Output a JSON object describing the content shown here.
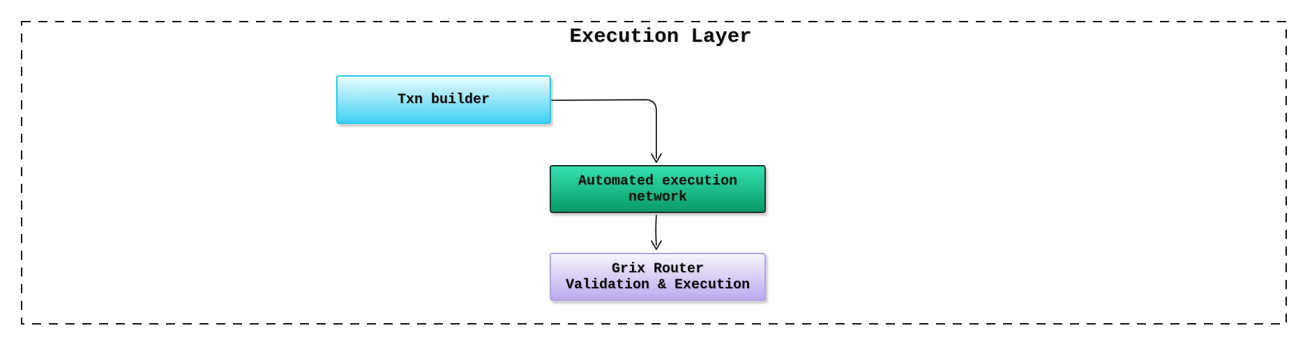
{
  "diagram": {
    "title": "Execution Layer",
    "frame_color": "#111111",
    "connector_color": "#1a1a1a",
    "nodes": [
      {
        "id": "txn-builder",
        "label": "Txn builder",
        "fill_top": "#eafbfe",
        "fill_bottom": "#41d1f3",
        "border_color": "#29c7e8",
        "text_color": "#0a0a0a"
      },
      {
        "id": "automated-execution-network",
        "label": "Automated execution\nnetwork",
        "fill_top": "#35e0ae",
        "fill_bottom": "#089a6a",
        "border_color": "#23322c",
        "text_color": "#04160e"
      },
      {
        "id": "grix-router-validation-execution",
        "label": "Grix Router\nValidation & Execution",
        "fill_top": "#f7f4fd",
        "fill_bottom": "#bcaaee",
        "border_color": "#b2a3e4",
        "text_color": "#0a0a0a"
      }
    ],
    "edges": [
      {
        "from": "txn-builder",
        "to": "automated-execution-network"
      },
      {
        "from": "automated-execution-network",
        "to": "grix-router-validation-execution"
      }
    ]
  }
}
